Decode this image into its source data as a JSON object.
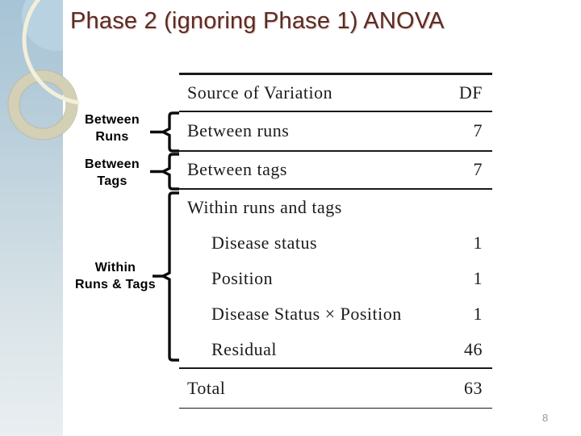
{
  "slide": {
    "title": "Phase 2 (ignoring Phase 1) ANOVA",
    "page_number": "8"
  },
  "annotations": {
    "between_runs": {
      "line1": "Between",
      "line2": "Runs"
    },
    "between_tags": {
      "line1": "Between",
      "line2": "Tags"
    },
    "within_runs_tags": {
      "line1": "Within",
      "line2": "Runs & Tags"
    }
  },
  "table": {
    "header": {
      "source": "Source of Variation",
      "df": "DF"
    },
    "rows": [
      {
        "source": "Between runs",
        "df": "7"
      },
      {
        "source": "Between tags",
        "df": "7"
      },
      {
        "source": "Within runs and tags",
        "df": ""
      },
      {
        "source": "Disease status",
        "df": "1"
      },
      {
        "source": "Position",
        "df": "1"
      },
      {
        "source": "Disease Status × Position",
        "df": "1"
      },
      {
        "source": "Residual",
        "df": "46"
      },
      {
        "source": "Total",
        "df": "63"
      }
    ]
  },
  "colors": {
    "title": "#5a2c25",
    "sidebar_top": "#a6c4d6",
    "sidebar_bottom": "#e9eef1",
    "cream_ring": "#f3efd9",
    "tan_ring": "#d3d0b6",
    "table_text": "#1b1b1b",
    "page_number": "#9a9a8c"
  }
}
